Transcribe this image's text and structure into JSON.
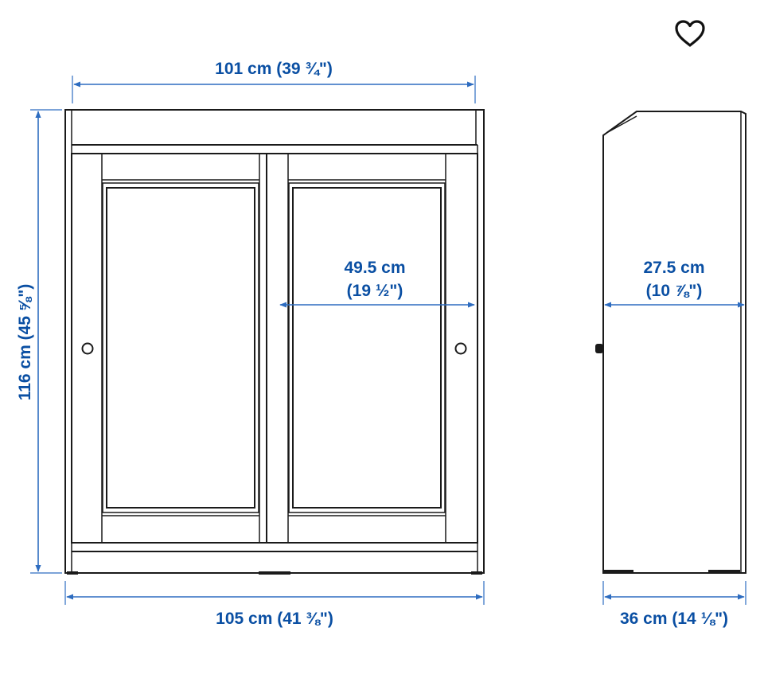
{
  "dimensions": {
    "top_width": "101 cm (39 ¾\")",
    "bottom_width": "105 cm (41 ⅜\")",
    "height": "116 cm (45 ⅝\")",
    "door_width_cm": "49.5 cm",
    "door_width_in": "(19 ½\")",
    "inner_depth_cm": "27.5 cm",
    "inner_depth_in": "(10 ⅞\")",
    "depth": "36 cm (14 ⅛\")"
  },
  "icons": {
    "favorite": "heart-outline-icon"
  },
  "colors": {
    "dimension": "#0a4fa3",
    "line": "#1a1a1a"
  }
}
